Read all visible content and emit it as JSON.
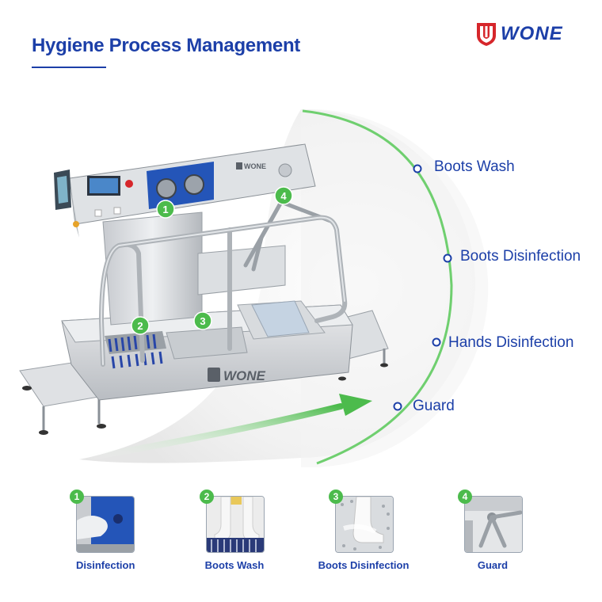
{
  "header": {
    "title": "Hygiene Process Management",
    "brand": "WONE"
  },
  "process_steps": [
    {
      "label": "Boots Wash"
    },
    {
      "label": "Boots Disinfection"
    },
    {
      "label": "Hands Disinfection"
    },
    {
      "label": "Guard"
    }
  ],
  "machine_markers": [
    "1",
    "2",
    "3",
    "4"
  ],
  "thumbnails": [
    {
      "number": "1",
      "caption": "Disinfection"
    },
    {
      "number": "2",
      "caption": "Boots Wash"
    },
    {
      "number": "3",
      "caption": "Boots Disinfection"
    },
    {
      "number": "4",
      "caption": "Guard"
    }
  ],
  "colors": {
    "brand_blue": "#1c3fa8",
    "accent_green": "#4cbb4c",
    "brand_red": "#d6262b"
  }
}
